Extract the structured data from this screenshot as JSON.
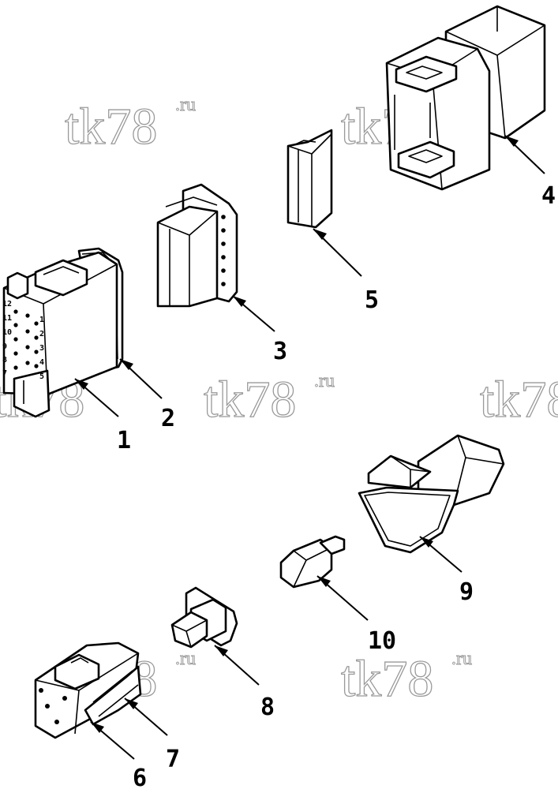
{
  "watermark": {
    "main": "tk78",
    "suffix": ".ru"
  },
  "callouts": [
    "1",
    "2",
    "3",
    "4",
    "5",
    "6",
    "7",
    "8",
    "9",
    "10"
  ],
  "pin_numbers_left": [
    "12",
    "11",
    "10",
    "9",
    "8",
    "7"
  ],
  "pin_numbers_right": [
    "1",
    "2",
    "3",
    "4",
    "5"
  ]
}
